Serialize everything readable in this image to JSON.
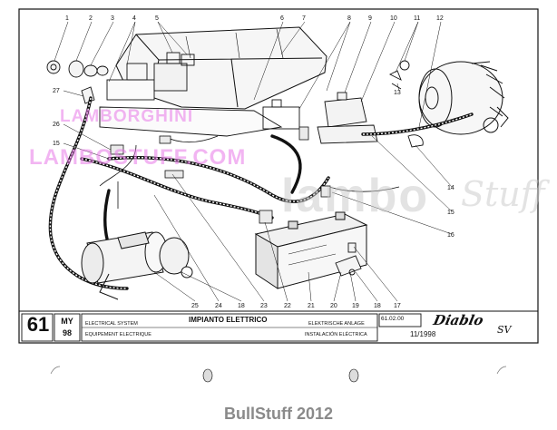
{
  "page": {
    "number": "61",
    "model_line1": "MY",
    "model_line2": "98",
    "title_it": "IMPIANTO ELETTRICO",
    "title_en": "ELECTRICAL SYSTEM",
    "title_fr": "EQUIPEMENT ELECTRIQUE",
    "title_de": "ELEKTRISCHE ANLAGE",
    "title_es": "INSTALACIÓN ELÉCTRICA",
    "part_code": "61.02.00",
    "date": "11/1998",
    "brand_logo": "Diablo",
    "brand_suffix": "SV"
  },
  "watermarks": {
    "line1": "LAMBORGHINI",
    "line2": "LAMBOSTUFF.COM",
    "big": "lambo",
    "script": "Stuff"
  },
  "footer": {
    "text": "BullStuff 2012"
  },
  "callouts": [
    "1",
    "2",
    "3",
    "4",
    "5",
    "6",
    "7",
    "8",
    "9",
    "10",
    "11",
    "12",
    "13",
    "14",
    "15",
    "16",
    "17",
    "18",
    "19",
    "20",
    "21",
    "22",
    "23",
    "24",
    "25",
    "26",
    "27",
    "15"
  ],
  "colors": {
    "ink": "#111111",
    "pink_watermark": "#e879e8",
    "grey_watermark": "#c9c9c9",
    "footer_text": "#8a8a8a"
  }
}
